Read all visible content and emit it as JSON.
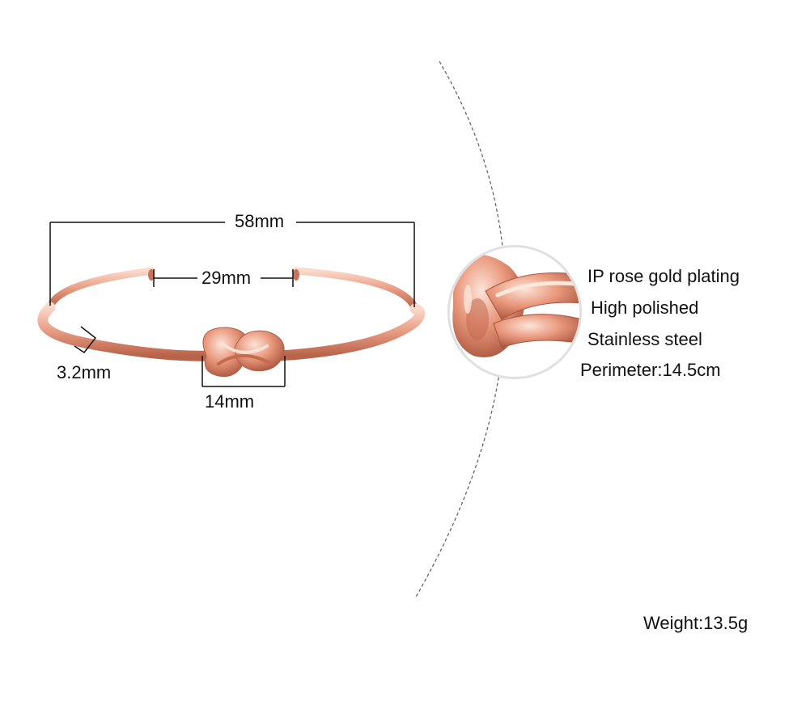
{
  "dimensions": {
    "outer_width": "58mm",
    "opening": "29mm",
    "wire_thickness": "3.2mm",
    "knot_width": "14mm"
  },
  "features": [
    "IP rose gold plating",
    "High polished",
    "Stainless steel",
    "Perimeter:14.5cm"
  ],
  "weight": "Weight:13.5g",
  "colors": {
    "rose_gold_light": "#f6c9b8",
    "rose_gold_mid": "#e79a80",
    "rose_gold_dark": "#b8634a",
    "text": "#111111",
    "dashed_line": "#666666"
  }
}
